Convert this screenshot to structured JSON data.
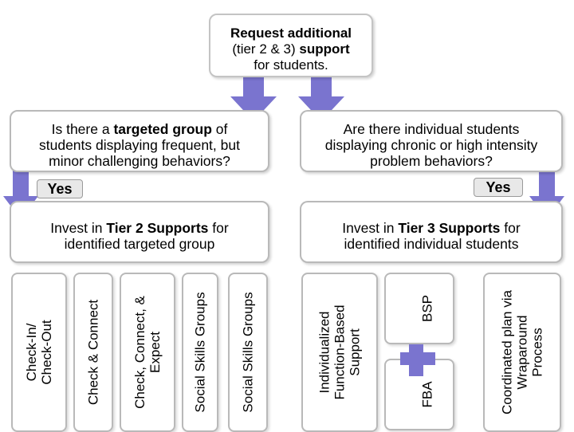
{
  "top_box": {
    "line1": "Request additional",
    "line2_part1": "(tier 2 & 3) ",
    "line2_bold": "support",
    "line3": "for students."
  },
  "left_question": {
    "part1": "Is there a ",
    "bold": "targeted group",
    "part2": " of",
    "line2": "students displaying frequent, but",
    "line3": "minor challenging behaviors?"
  },
  "right_question": {
    "line1": "Are there individual students",
    "line2": "displaying chronic or high intensity",
    "line3": "problem behaviors?"
  },
  "yes_left": "Yes",
  "yes_right": "Yes",
  "left_invest": {
    "part1": "Invest in ",
    "bold": "Tier 2 Supports",
    "part2": " for",
    "line2": "identified targeted group"
  },
  "right_invest": {
    "part1": "Invest in ",
    "bold": "Tier 3 Supports",
    "part2": " for",
    "line2": "identified individual students"
  },
  "tier2_options": {
    "cico_line1": "Check-In/",
    "cico_line2": "Check-Out",
    "check_connect": "Check & Connect",
    "cce_line1": "Check, Connect, &",
    "cce_line2": "Expect",
    "social_skills_1": "Social Skills Groups",
    "social_skills_2": "Social Skills Groups"
  },
  "tier3_options": {
    "ifbs_line1": "Individualized",
    "ifbs_line2": "Function-Based",
    "ifbs_line3": "Support",
    "bsp": "BSP",
    "fba": "FBA",
    "wrap_line1": "Coordinated plan via",
    "wrap_line2": "Wraparound",
    "wrap_line3": "Process"
  },
  "colors": {
    "arrow": "#7a74cf",
    "plus": "#7a74cf",
    "border": "#b9b9b9",
    "yes_bg": "#e8e8e8"
  }
}
